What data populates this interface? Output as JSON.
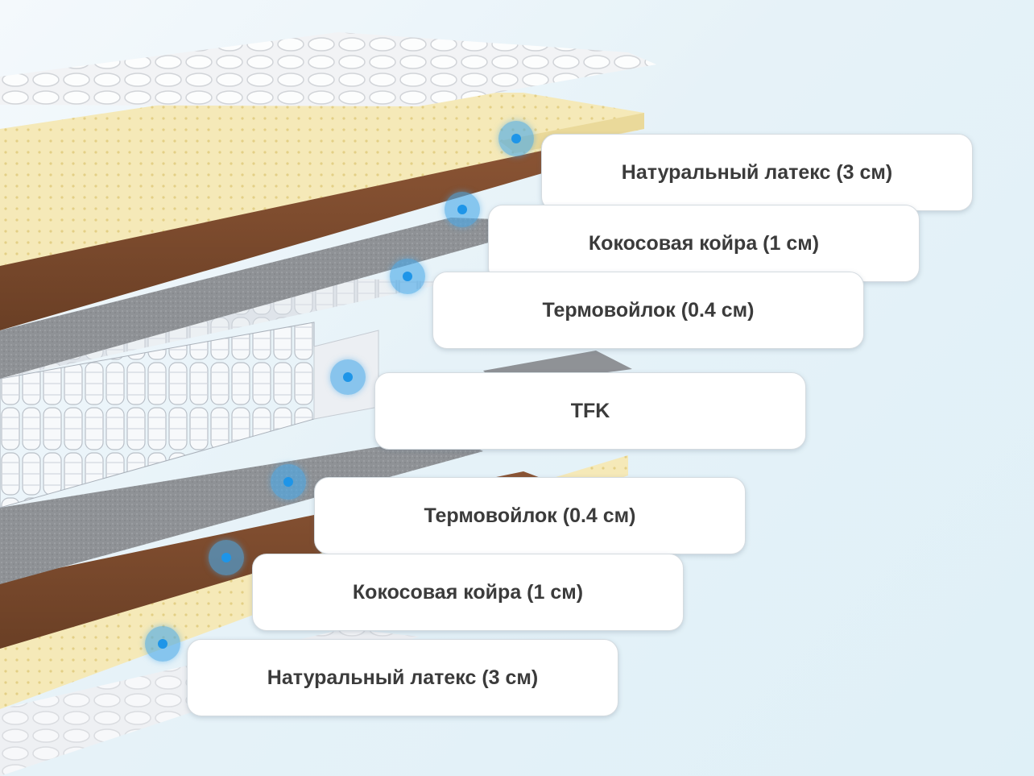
{
  "layers": [
    {
      "label": "Натуральный латекс (3 см)",
      "material": "latex"
    },
    {
      "label": "Кокосовая койра (1 см)",
      "material": "coir"
    },
    {
      "label": "Термовойлок (0.4 см)",
      "material": "felt"
    },
    {
      "label": "TFK",
      "material": "springs"
    },
    {
      "label": "Термовойлок (0.4 см)",
      "material": "felt"
    },
    {
      "label": "Кокосовая койра (1 см)",
      "material": "coir"
    },
    {
      "label": "Натуральный латекс (3 см)",
      "material": "latex"
    }
  ],
  "colors": {
    "latex": "#f5e9b8",
    "coir": "#7a4a2c",
    "felt": "#8f9296",
    "springs": "#e9edf2",
    "quilt": "#f2f3f5",
    "marker": "#4aaae8",
    "marker_dot": "#1e95e8",
    "label_text": "#3b3b3b"
  }
}
